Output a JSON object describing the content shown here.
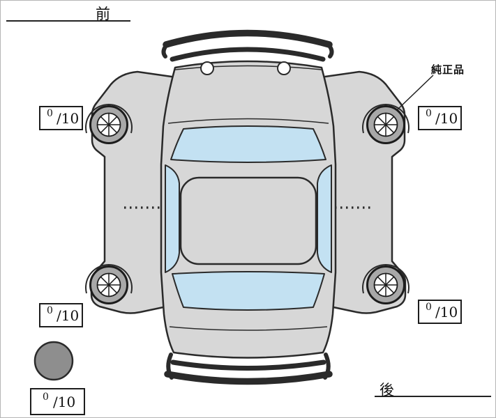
{
  "labels": {
    "front": "前",
    "rear": "後",
    "genuine_part": "純正品"
  },
  "tread_scores": {
    "front_left": {
      "value": "0",
      "scale": "/10"
    },
    "front_right": {
      "value": "0",
      "scale": "/10"
    },
    "rear_left": {
      "value": "0",
      "scale": "/10"
    },
    "rear_right": {
      "value": "0",
      "scale": "/10"
    },
    "spare": {
      "value": "0",
      "scale": "/10"
    }
  },
  "colors": {
    "body": "#d7d7d7",
    "glass": "#c3e1f2",
    "outline": "#2a2a2a",
    "wheel_ring": "#a8a8a8",
    "wheel_hub": "#ffffff",
    "spare_tire": "#8e8e8e",
    "background": "#ffffff"
  }
}
